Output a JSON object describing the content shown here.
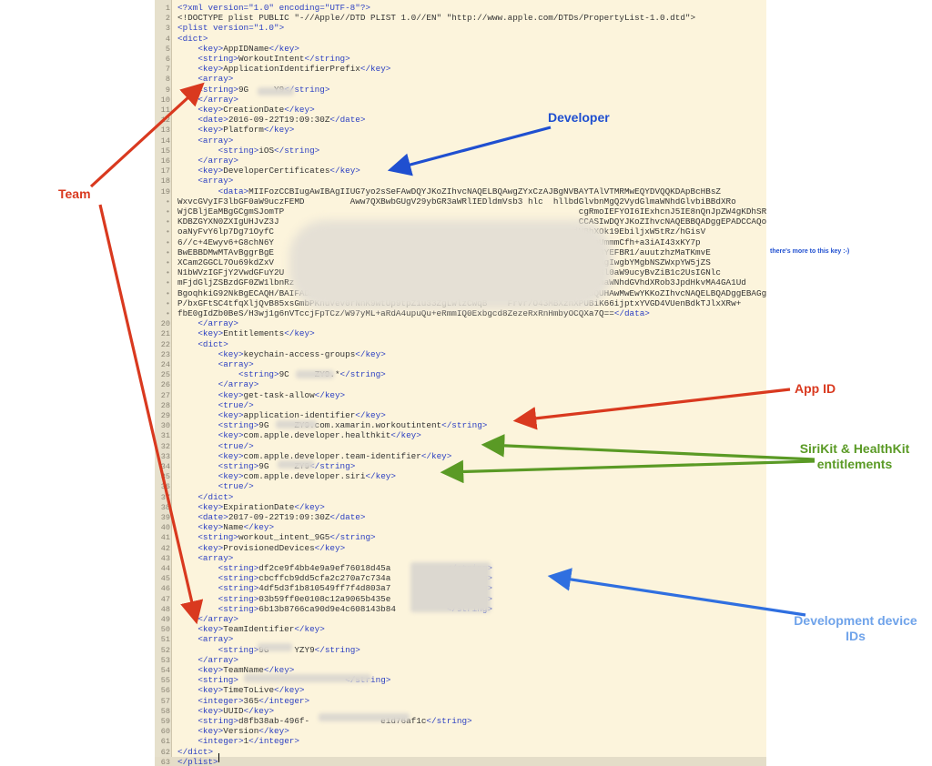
{
  "code_lines": [
    {
      "n": "1",
      "segs": [
        [
          "t",
          "<?xml version=\"1.0\" encoding=\"UTF-8\"?>"
        ]
      ]
    },
    {
      "n": "2",
      "segs": [
        [
          "p",
          "<!DOCTYPE plist PUBLIC \"-//Apple//DTD PLIST 1.0//EN\" \"http://www.apple.com/DTDs/PropertyList-1.0.dtd\">"
        ]
      ]
    },
    {
      "n": "3",
      "segs": [
        [
          "t",
          "<plist version=\"1.0\">"
        ]
      ]
    },
    {
      "n": "4",
      "segs": [
        [
          "t",
          "<dict>"
        ]
      ]
    },
    {
      "n": "5",
      "segs": [
        [
          "p",
          "    "
        ],
        [
          "t",
          "<key>"
        ],
        [
          "p",
          "AppIDName"
        ],
        [
          "t",
          "</key>"
        ]
      ]
    },
    {
      "n": "6",
      "segs": [
        [
          "p",
          "    "
        ],
        [
          "t",
          "<string>"
        ],
        [
          "p",
          "WorkoutIntent"
        ],
        [
          "t",
          "</string>"
        ]
      ]
    },
    {
      "n": "7",
      "segs": [
        [
          "p",
          "    "
        ],
        [
          "t",
          "<key>"
        ],
        [
          "p",
          "ApplicationIdentifierPrefix"
        ],
        [
          "t",
          "</key>"
        ]
      ]
    },
    {
      "n": "8",
      "segs": [
        [
          "p",
          "    "
        ],
        [
          "t",
          "<array>"
        ]
      ]
    },
    {
      "n": "9",
      "segs": [
        [
          "p",
          "    "
        ],
        [
          "t",
          "<string>"
        ],
        [
          "p",
          "9G     Y9"
        ],
        [
          "t",
          "</string>"
        ]
      ]
    },
    {
      "n": "10",
      "segs": [
        [
          "p",
          "    "
        ],
        [
          "t",
          "</array>"
        ]
      ]
    },
    {
      "n": "11",
      "segs": [
        [
          "p",
          "    "
        ],
        [
          "t",
          "<key>"
        ],
        [
          "p",
          "CreationDate"
        ],
        [
          "t",
          "</key>"
        ]
      ]
    },
    {
      "n": "12",
      "segs": [
        [
          "p",
          "    "
        ],
        [
          "t",
          "<date>"
        ],
        [
          "p",
          "2016-09-22T19:09:30Z"
        ],
        [
          "t",
          "</date>"
        ]
      ]
    },
    {
      "n": "13",
      "segs": [
        [
          "p",
          "    "
        ],
        [
          "t",
          "<key>"
        ],
        [
          "p",
          "Platform"
        ],
        [
          "t",
          "</key>"
        ]
      ]
    },
    {
      "n": "14",
      "segs": [
        [
          "p",
          "    "
        ],
        [
          "t",
          "<array>"
        ]
      ]
    },
    {
      "n": "15",
      "segs": [
        [
          "p",
          "        "
        ],
        [
          "t",
          "<string>"
        ],
        [
          "p",
          "iOS"
        ],
        [
          "t",
          "</string>"
        ]
      ]
    },
    {
      "n": "16",
      "segs": [
        [
          "p",
          "    "
        ],
        [
          "t",
          "</array>"
        ]
      ]
    },
    {
      "n": "17",
      "segs": [
        [
          "p",
          "    "
        ],
        [
          "t",
          "<key>"
        ],
        [
          "p",
          "DeveloperCertificates"
        ],
        [
          "t",
          "</key>"
        ]
      ]
    },
    {
      "n": "18",
      "segs": [
        [
          "p",
          "    "
        ],
        [
          "t",
          "<array>"
        ]
      ]
    },
    {
      "n": "19",
      "segs": [
        [
          "p",
          "        "
        ],
        [
          "t",
          "<data>"
        ],
        [
          "p",
          "MIIFozCCBIugAwIBAgIIUG7yo2sSeFAwDQYJKoZIhvcNAQELBQAwgZYxCzAJBgNVBAYTAlVTMRMwEQYDVQQKDApBcHBsZ"
        ]
      ]
    },
    {
      "n": "•",
      "segs": [
        [
          "p",
          "WxvcGVyIF3lbGF0aW9uczFEMD         Aww7QXBwbGUgV29ybGR3aWRlIEDldmVsb3 hlc  hllbdGlvbnMgQ2VydGlmaWNhdGlvbiBBdXRo"
        ]
      ]
    },
    {
      "n": "•",
      "segs": [
        [
          "p",
          "WjCBljEaMBgGCgmSJomTP                                                          cgRmoIEFYOI6IExhcnJ5IE8nQnJpZW4gKDhSREF"
        ]
      ]
    },
    {
      "n": "•",
      "segs": [
        [
          "p",
          "KDBZGYXN0ZXIgUHJvZ3J                                                           CCASIwDQYJKoZIhvcNAQEBBQADggEPADCCAQoCggEBAJPV6qWg1utX9U"
        ]
      ]
    },
    {
      "n": "•",
      "segs": [
        [
          "p",
          "oaNyFvY6lp7Dg71OyfC                                                           jVBhXOk19EbiljxW5tRz/hGisV"
        ]
      ]
    },
    {
      "n": "•",
      "segs": [
        [
          "p",
          "6//c+4Ewyv6+G8chN6Y                                                           kqCxpUmmmCfh+a3iAI43xKY7p"
        ]
      ]
    },
    {
      "n": "•",
      "segs": [
        [
          "p",
          "BwEBBDMwMTAvBggrBgE                                                           /R0OBBYEFBR1/auutzhzMaTKmvE"
        ]
      ]
    },
    {
      "n": "•",
      "segs": [
        [
          "p",
          "XCam2GGCL7Ou69kdZxV                                                           BBQUHAgIwgbYMgbNSZWxpYW5jZS"
        ]
      ]
    },
    {
      "n": "•",
      "segs": [
        [
          "p",
          "N1bWVzIGFjY2VwdGFuY2U                                                          29uZGl0aW9ucyBvZiB1c2UsIGNlc"
        ]
      ]
    },
    {
      "n": "•",
      "segs": [
        [
          "p",
          "mFjdGljZSBzdGF0ZW1lbnRz                                                       ZydGlmaWNhdGVhdXRob3JpdHkvMA4GA1Ud"
        ]
      ]
    },
    {
      "n": "•",
      "segs": [
        [
          "p",
          "BgoqhkiG92NkBgECAQH/BAIFADA                                                    BgBQUHAwMwEwYKKoZIhvcNAQELBQADggEBAGgUq"
        ]
      ]
    },
    {
      "n": "•",
      "segs": [
        [
          "p",
          "P/bxGFtSC4tfqXljQvB85xsGmbPKnuVev0rNnK9wtUp9tpZ1u33ZgLwlzCwqB"
        ],
        [
          "p",
          "    Frvr/O43MBXznXPUBiK66ijptxYVGD4VUenBdkTJlxXRw+"
        ]
      ]
    },
    {
      "n": "•",
      "segs": [
        [
          "p",
          "fbE0gIdZb0BeS/H3wj1g6nVTccjFpTCz/W97yML+aRdA4upuQu+eRmmIQ0Exbgcd8ZezeRxRnHmbyOCQXa7Q=="
        ],
        [
          "t",
          "</data>"
        ]
      ]
    },
    {
      "n": "20",
      "segs": [
        [
          "p",
          "    "
        ],
        [
          "t",
          "</array>"
        ]
      ]
    },
    {
      "n": "21",
      "segs": [
        [
          "p",
          "    "
        ],
        [
          "t",
          "<key>"
        ],
        [
          "p",
          "Entitlements"
        ],
        [
          "t",
          "</key>"
        ]
      ]
    },
    {
      "n": "22",
      "segs": [
        [
          "p",
          "    "
        ],
        [
          "t",
          "<dict>"
        ]
      ]
    },
    {
      "n": "23",
      "segs": [
        [
          "p",
          "        "
        ],
        [
          "t",
          "<key>"
        ],
        [
          "p",
          "keychain-access-groups"
        ],
        [
          "t",
          "</key>"
        ]
      ]
    },
    {
      "n": "24",
      "segs": [
        [
          "p",
          "        "
        ],
        [
          "t",
          "<array>"
        ]
      ]
    },
    {
      "n": "25",
      "segs": [
        [
          "p",
          "            "
        ],
        [
          "t",
          "<string>"
        ],
        [
          "p",
          "9C     ZY9.*"
        ],
        [
          "t",
          "</string>"
        ]
      ]
    },
    {
      "n": "26",
      "segs": [
        [
          "p",
          "        "
        ],
        [
          "t",
          "</array>"
        ]
      ]
    },
    {
      "n": "27",
      "segs": [
        [
          "p",
          "        "
        ],
        [
          "t",
          "<key>"
        ],
        [
          "p",
          "get-task-allow"
        ],
        [
          "t",
          "</key>"
        ]
      ]
    },
    {
      "n": "28",
      "segs": [
        [
          "p",
          "        "
        ],
        [
          "t",
          "<true/>"
        ]
      ]
    },
    {
      "n": "29",
      "segs": [
        [
          "p",
          "        "
        ],
        [
          "t",
          "<key>"
        ],
        [
          "p",
          "application-identifier"
        ],
        [
          "t",
          "</key>"
        ]
      ]
    },
    {
      "n": "30",
      "segs": [
        [
          "p",
          "        "
        ],
        [
          "t",
          "<string>"
        ],
        [
          "p",
          "9G     ZY9.com.xamarin.workoutintent"
        ],
        [
          "t",
          "</string>"
        ]
      ]
    },
    {
      "n": "31",
      "segs": [
        [
          "p",
          "        "
        ],
        [
          "t",
          "<key>"
        ],
        [
          "p",
          "com.apple.developer.healthkit"
        ],
        [
          "t",
          "</key>"
        ]
      ]
    },
    {
      "n": "32",
      "segs": [
        [
          "p",
          "        "
        ],
        [
          "t",
          "<true/>"
        ]
      ]
    },
    {
      "n": "33",
      "segs": [
        [
          "p",
          "        "
        ],
        [
          "t",
          "<key>"
        ],
        [
          "p",
          "com.apple.developer.team-identifier"
        ],
        [
          "t",
          "</key>"
        ]
      ]
    },
    {
      "n": "34",
      "segs": [
        [
          "p",
          "        "
        ],
        [
          "t",
          "<string>"
        ],
        [
          "p",
          "9G     ZY9"
        ],
        [
          "t",
          "</string>"
        ]
      ]
    },
    {
      "n": "35",
      "segs": [
        [
          "p",
          "        "
        ],
        [
          "t",
          "<key>"
        ],
        [
          "p",
          "com.apple.developer.siri"
        ],
        [
          "t",
          "</key>"
        ]
      ]
    },
    {
      "n": "36",
      "segs": [
        [
          "p",
          "        "
        ],
        [
          "t",
          "<true/>"
        ]
      ]
    },
    {
      "n": "37",
      "segs": [
        [
          "p",
          "    "
        ],
        [
          "t",
          "</dict>"
        ]
      ]
    },
    {
      "n": "38",
      "segs": [
        [
          "p",
          "    "
        ],
        [
          "t",
          "<key>"
        ],
        [
          "p",
          "ExpirationDate"
        ],
        [
          "t",
          "</key>"
        ]
      ]
    },
    {
      "n": "39",
      "segs": [
        [
          "p",
          "    "
        ],
        [
          "t",
          "<date>"
        ],
        [
          "p",
          "2017-09-22T19:09:30Z"
        ],
        [
          "t",
          "</date>"
        ]
      ]
    },
    {
      "n": "40",
      "segs": [
        [
          "p",
          "    "
        ],
        [
          "t",
          "<key>"
        ],
        [
          "p",
          "Name"
        ],
        [
          "t",
          "</key>"
        ]
      ]
    },
    {
      "n": "41",
      "segs": [
        [
          "p",
          "    "
        ],
        [
          "t",
          "<string>"
        ],
        [
          "p",
          "workout_intent_9G5"
        ],
        [
          "t",
          "</string>"
        ]
      ]
    },
    {
      "n": "42",
      "segs": [
        [
          "p",
          "    "
        ],
        [
          "t",
          "<key>"
        ],
        [
          "p",
          "ProvisionedDevices"
        ],
        [
          "t",
          "</key>"
        ]
      ]
    },
    {
      "n": "43",
      "segs": [
        [
          "p",
          "    "
        ],
        [
          "t",
          "<array>"
        ]
      ]
    },
    {
      "n": "44",
      "segs": [
        [
          "p",
          "        "
        ],
        [
          "t",
          "<string>"
        ],
        [
          "p",
          "df2ce9f4bb4e9a9ef76018d45a           "
        ],
        [
          "t",
          "</string>"
        ]
      ]
    },
    {
      "n": "45",
      "segs": [
        [
          "p",
          "        "
        ],
        [
          "t",
          "<string>"
        ],
        [
          "p",
          "cbcffcb9dd5cfa2c270a7c734a           "
        ],
        [
          "t",
          "</string>"
        ]
      ]
    },
    {
      "n": "46",
      "segs": [
        [
          "p",
          "        "
        ],
        [
          "t",
          "<string>"
        ],
        [
          "p",
          "4df5d3f1b810549ff7f4d803a7           "
        ],
        [
          "t",
          "</string>"
        ]
      ]
    },
    {
      "n": "47",
      "segs": [
        [
          "p",
          "        "
        ],
        [
          "t",
          "<string>"
        ],
        [
          "p",
          "03b59ff0e0108c12a9065b435e           "
        ],
        [
          "t",
          "</string>"
        ]
      ]
    },
    {
      "n": "48",
      "segs": [
        [
          "p",
          "        "
        ],
        [
          "t",
          "<string>"
        ],
        [
          "p",
          "6b13b8766ca90d9e4c608143b84          "
        ],
        [
          "t",
          "</string>"
        ]
      ]
    },
    {
      "n": "49",
      "segs": [
        [
          "p",
          "    "
        ],
        [
          "t",
          "</array>"
        ]
      ]
    },
    {
      "n": "50",
      "segs": [
        [
          "p",
          "    "
        ],
        [
          "t",
          "<key>"
        ],
        [
          "p",
          "TeamIdentifier"
        ],
        [
          "t",
          "</key>"
        ]
      ]
    },
    {
      "n": "51",
      "segs": [
        [
          "p",
          "    "
        ],
        [
          "t",
          "<array>"
        ]
      ]
    },
    {
      "n": "52",
      "segs": [
        [
          "p",
          "        "
        ],
        [
          "t",
          "<string>"
        ],
        [
          "p",
          "9G     YZY9"
        ],
        [
          "t",
          "</string>"
        ]
      ]
    },
    {
      "n": "53",
      "segs": [
        [
          "p",
          "    "
        ],
        [
          "t",
          "</array>"
        ]
      ]
    },
    {
      "n": "54",
      "segs": [
        [
          "p",
          "    "
        ],
        [
          "t",
          "<key>"
        ],
        [
          "p",
          "TeamName"
        ],
        [
          "t",
          "</key>"
        ]
      ]
    },
    {
      "n": "55",
      "segs": [
        [
          "p",
          "    "
        ],
        [
          "t",
          "<string>"
        ],
        [
          "p",
          "                     "
        ],
        [
          "t",
          "</string>"
        ]
      ]
    },
    {
      "n": "56",
      "segs": [
        [
          "p",
          "    "
        ],
        [
          "t",
          "<key>"
        ],
        [
          "p",
          "TimeToLive"
        ],
        [
          "t",
          "</key>"
        ]
      ]
    },
    {
      "n": "57",
      "segs": [
        [
          "p",
          "    "
        ],
        [
          "t",
          "<integer>"
        ],
        [
          "p",
          "365"
        ],
        [
          "t",
          "</integer>"
        ]
      ]
    },
    {
      "n": "58",
      "segs": [
        [
          "p",
          "    "
        ],
        [
          "t",
          "<key>"
        ],
        [
          "p",
          "UUID"
        ],
        [
          "t",
          "</key>"
        ]
      ]
    },
    {
      "n": "59",
      "segs": [
        [
          "p",
          "    "
        ],
        [
          "t",
          "<string>"
        ],
        [
          "p",
          "d8fb38ab-496f-              e1d76af1c"
        ],
        [
          "t",
          "</string>"
        ]
      ]
    },
    {
      "n": "60",
      "segs": [
        [
          "p",
          "    "
        ],
        [
          "t",
          "<key>"
        ],
        [
          "p",
          "Version"
        ],
        [
          "t",
          "</key>"
        ]
      ]
    },
    {
      "n": "61",
      "segs": [
        [
          "p",
          "    "
        ],
        [
          "t",
          "<integer>"
        ],
        [
          "p",
          "1"
        ],
        [
          "t",
          "</integer>"
        ]
      ]
    },
    {
      "n": "62",
      "segs": [
        [
          "t",
          "</dict>"
        ]
      ]
    },
    {
      "n": "63",
      "segs": [
        [
          "t",
          "</plist>"
        ]
      ]
    }
  ],
  "annotations": {
    "team": "Team",
    "developer": "Developer",
    "app_id": "App ID",
    "entitlements": "SiriKit & HealthKit\nentitlements",
    "devices": "Development device\nIDs",
    "more_note": "there's more to this key :-)"
  },
  "colors": {
    "team": "#d9391f",
    "developer": "#1f4fd0",
    "app_id": "#d9391f",
    "entitlements": "#5a9a25",
    "devices": "#6fa3ea",
    "tag": "#2b3fc2",
    "attr_value": "#c42a2a",
    "editor_bg": "#fcf4dc"
  }
}
